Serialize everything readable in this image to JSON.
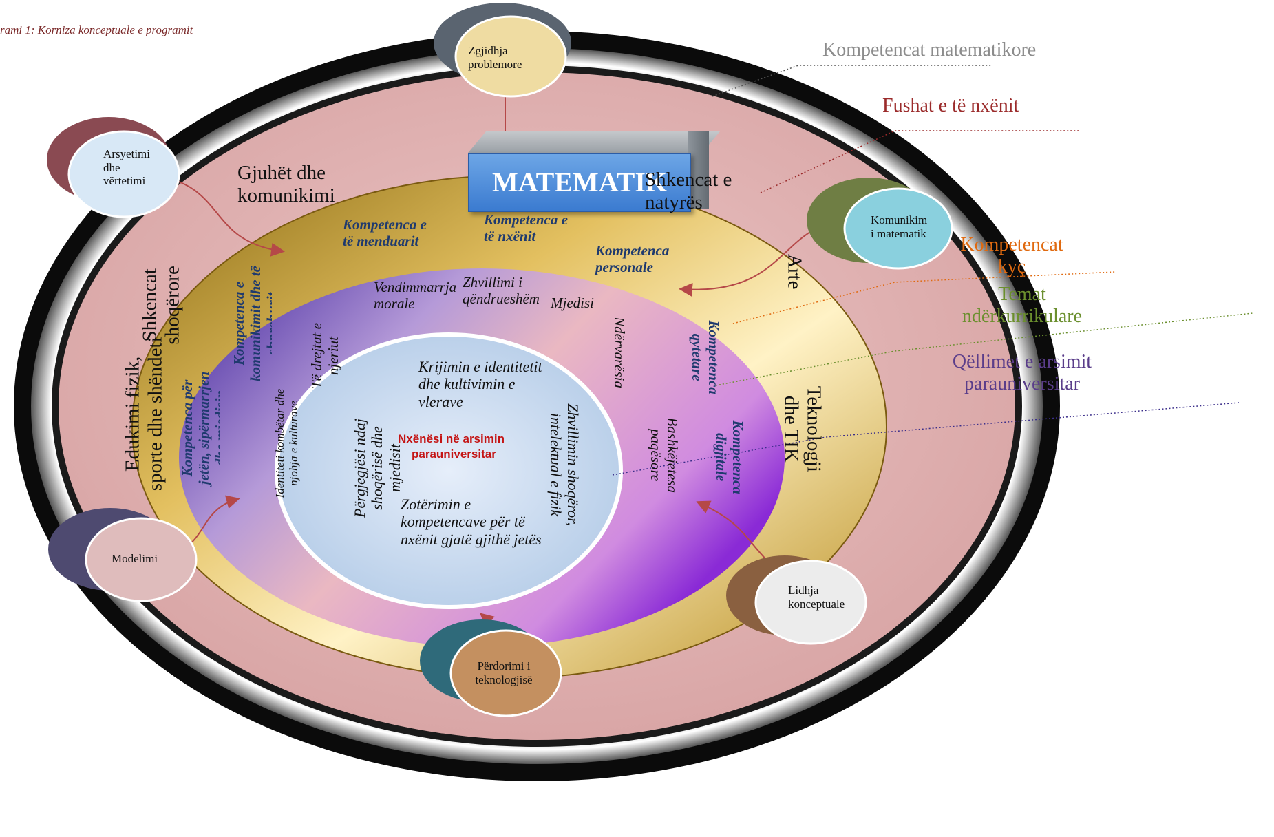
{
  "caption": "rami 1: Korniza konceptuale e programit",
  "banner": "MATEMATIK",
  "center": {
    "line1": "Nxënësi në arsimin",
    "line2": "parauniversitar"
  },
  "legend": [
    {
      "text": "Kompetencat matematikore",
      "color": "#8c8c8c"
    },
    {
      "text": "Fushat e të nxënit",
      "color": "#9b2b2b"
    },
    {
      "text": "Kompetencat kyç",
      "color": "#e06a10"
    },
    {
      "text": "Temat ndërkurrikulare",
      "color": "#6b8f2e"
    },
    {
      "text": "Qëllimet e arsimit parauniversitar",
      "color": "#5a3d8a"
    }
  ],
  "math_competencies": [
    "Zgjidhja problemore",
    "Arsyetimi dhe vërtetimi",
    "Komunikim i matematik",
    "Modelimi",
    "Lidhja konceptuale",
    "Përdorimi i teknologjisë"
  ],
  "learning_areas": [
    "Gjuhët dhe komunikimi",
    "Shkencat e natyrës",
    "Arte",
    "Teknologji dhe TIK",
    "Edukimi fizik, sporte dhe shëndeti",
    "Shkencat shoqërore"
  ],
  "key_competencies": [
    "Kompetenca e të menduarit",
    "Kompetenca e të nxënit",
    "Kompetenca personale",
    "Kompetenca qytetare",
    "Kompetenca digjitale",
    "Kompetenca për jetën, sipërmarrjen dhe mjedisin",
    "Kompetenca e komunikimit dhe të shprehurit"
  ],
  "cross_themes": [
    "Vendimmarrja morale",
    "Zhvillimi i qëndrueshëm",
    "Mjedisi",
    "Ndërvarësia",
    "Bashkëjetesa paqësore",
    "Të drejtat e njeriut",
    "Identiteti kombëtar dhe njohja e kulturave"
  ],
  "education_goals": [
    "Krijimin e identitetit dhe kultivimin e vlerave",
    "Përgjegjësi ndaj shoqërisë dhe mjedisit",
    "Zhvillimin shoqëror, intelektual e fizik",
    "Zotërimin e kompetencave për të nxënit gjatë gjithë jetës"
  ],
  "colors": {
    "outer_ring": "#0a0a0a",
    "pink_area": "#e3b4b4",
    "gold_ring": "#c9a030",
    "purple_ring": "#7a3fbf",
    "center": "#cfe0f2",
    "arrow": "#b54848"
  }
}
